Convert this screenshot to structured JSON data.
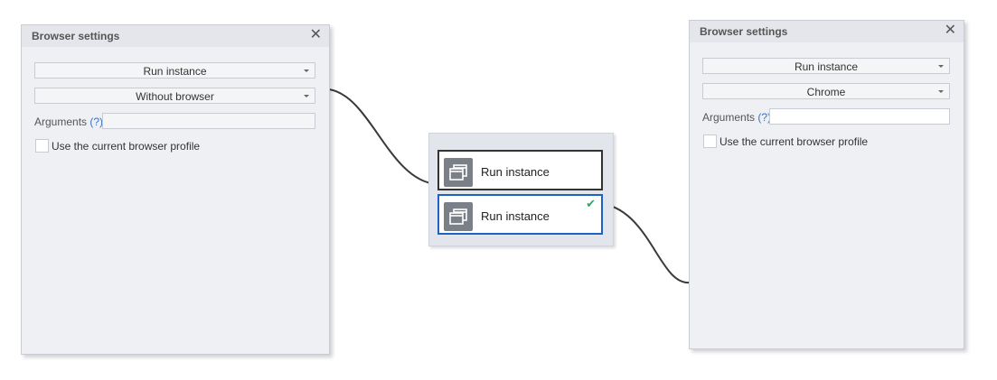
{
  "left_panel": {
    "title": "Browser settings",
    "close_glyph": "✕",
    "action_select": "Run instance",
    "browser_select": "Without browser",
    "arguments_label": "Arguments",
    "help_text": "(?)",
    "arguments_value": "",
    "checkbox_label": "Use the current browser profile",
    "checkbox_checked": false
  },
  "right_panel": {
    "title": "Browser settings",
    "close_glyph": "✕",
    "action_select": "Run instance",
    "browser_select": "Chrome",
    "arguments_label": "Arguments",
    "help_text": "(?)",
    "arguments_value": "",
    "checkbox_label": "Use the current browser profile",
    "checkbox_checked": false
  },
  "nodes": [
    {
      "label": "Run instance",
      "icon": "browser-window-icon",
      "state": "default"
    },
    {
      "label": "Run instance",
      "icon": "browser-window-icon",
      "state": "selected",
      "status_glyph": "✔"
    }
  ],
  "colors": {
    "selected_border": "#1c63c4",
    "default_border": "#333333",
    "success_check": "#2ea66e",
    "help_link": "#3a74c4",
    "wire": "#3a3a3a"
  }
}
